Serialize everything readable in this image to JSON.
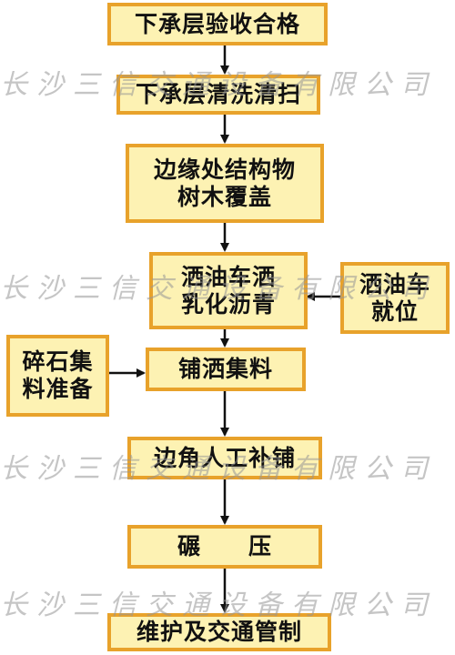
{
  "steps": {
    "s1": "下承层验收合格",
    "s2": "下承层清洗清扫",
    "s3_line1": "边缘处结构物",
    "s3_line2": "树木覆盖",
    "s4_line1": "洒油车洒",
    "s4_line2": "乳化沥青",
    "s5": "铺洒集料",
    "s6": "边角人工补铺",
    "s7": "碾　　压",
    "s8": "维护及交通管制"
  },
  "side": {
    "truck_line1": "洒油车",
    "truck_line2": "就位",
    "stone_line1": "碎石集",
    "stone_line2": "料准备"
  },
  "watermark": "长沙三信交通设备有限公司",
  "colors": {
    "box_fill": "#fdf2b3",
    "box_border": "#e8a22b",
    "arrow": "#111111"
  }
}
